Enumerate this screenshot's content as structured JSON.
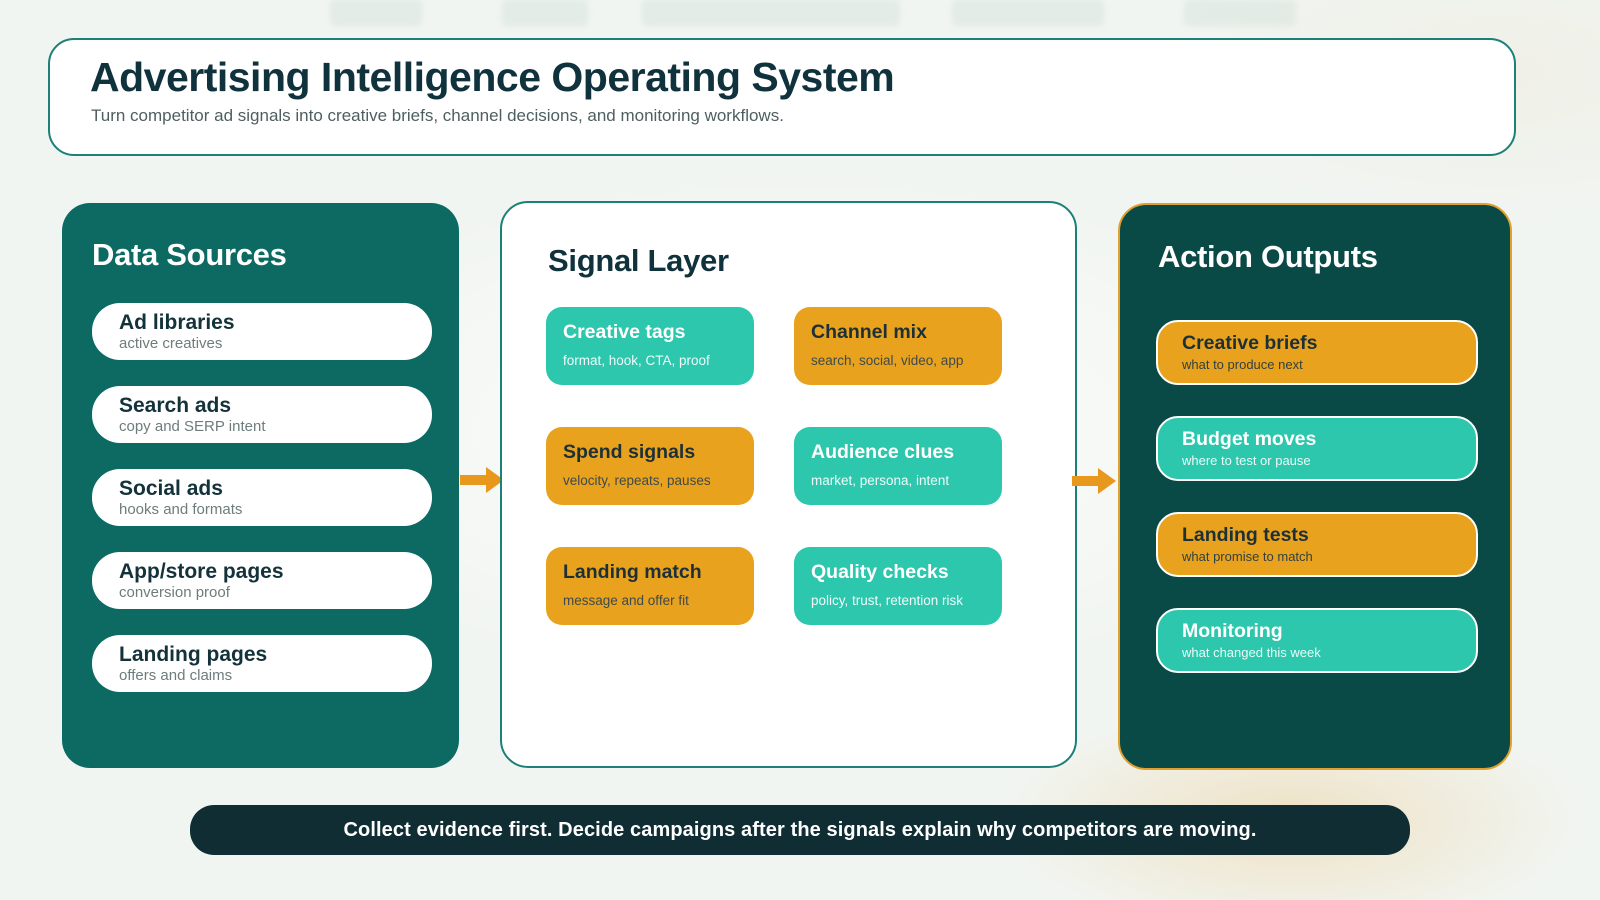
{
  "header": {
    "title": "Advertising Intelligence Operating System",
    "subtitle": "Turn competitor ad signals into creative briefs, channel decisions, and monitoring workflows."
  },
  "panels": {
    "data_sources": {
      "title": "Data Sources",
      "items": [
        {
          "title": "Ad libraries",
          "desc": "active creatives"
        },
        {
          "title": "Search ads",
          "desc": "copy and SERP intent"
        },
        {
          "title": "Social ads",
          "desc": "hooks and formats"
        },
        {
          "title": "App/store pages",
          "desc": "conversion proof"
        },
        {
          "title": "Landing pages",
          "desc": "offers and claims"
        }
      ]
    },
    "signal_layer": {
      "title": "Signal Layer",
      "cards": [
        {
          "title": "Creative tags",
          "desc": "format, hook, CTA, proof",
          "variant": "teal"
        },
        {
          "title": "Channel mix",
          "desc": "search, social, video, app",
          "variant": "orange"
        },
        {
          "title": "Spend signals",
          "desc": "velocity, repeats, pauses",
          "variant": "orange"
        },
        {
          "title": "Audience clues",
          "desc": "market, persona, intent",
          "variant": "teal"
        },
        {
          "title": "Landing match",
          "desc": "message and offer fit",
          "variant": "orange"
        },
        {
          "title": "Quality checks",
          "desc": "policy, trust, retention risk",
          "variant": "teal"
        }
      ]
    },
    "action_outputs": {
      "title": "Action Outputs",
      "cards": [
        {
          "title": "Creative briefs",
          "desc": "what to produce next",
          "variant": "orange"
        },
        {
          "title": "Budget moves",
          "desc": "where to test or pause",
          "variant": "teal"
        },
        {
          "title": "Landing tests",
          "desc": "what promise to match",
          "variant": "orange"
        },
        {
          "title": "Monitoring",
          "desc": "what changed this week",
          "variant": "teal"
        }
      ]
    }
  },
  "flow": {
    "arrows": [
      {
        "icon": "arrow-right-icon",
        "from": "Data Sources",
        "to": "Signal Layer"
      },
      {
        "icon": "arrow-right-icon",
        "from": "Signal Layer",
        "to": "Action Outputs"
      }
    ]
  },
  "footer": {
    "message": "Collect evidence first. Decide campaigns after the signals explain why competitors are moving."
  },
  "colors": {
    "panel_teal": "#0c6a63",
    "panel_deep_teal": "#094a46",
    "card_teal": "#2cc7ad",
    "card_orange": "#e8a21e",
    "arrow_orange": "#e8991d",
    "border_teal": "#1a8078",
    "border_orange": "#dfa02e",
    "footer_bg": "#0f2d33",
    "ink_dark": "#10323c"
  }
}
